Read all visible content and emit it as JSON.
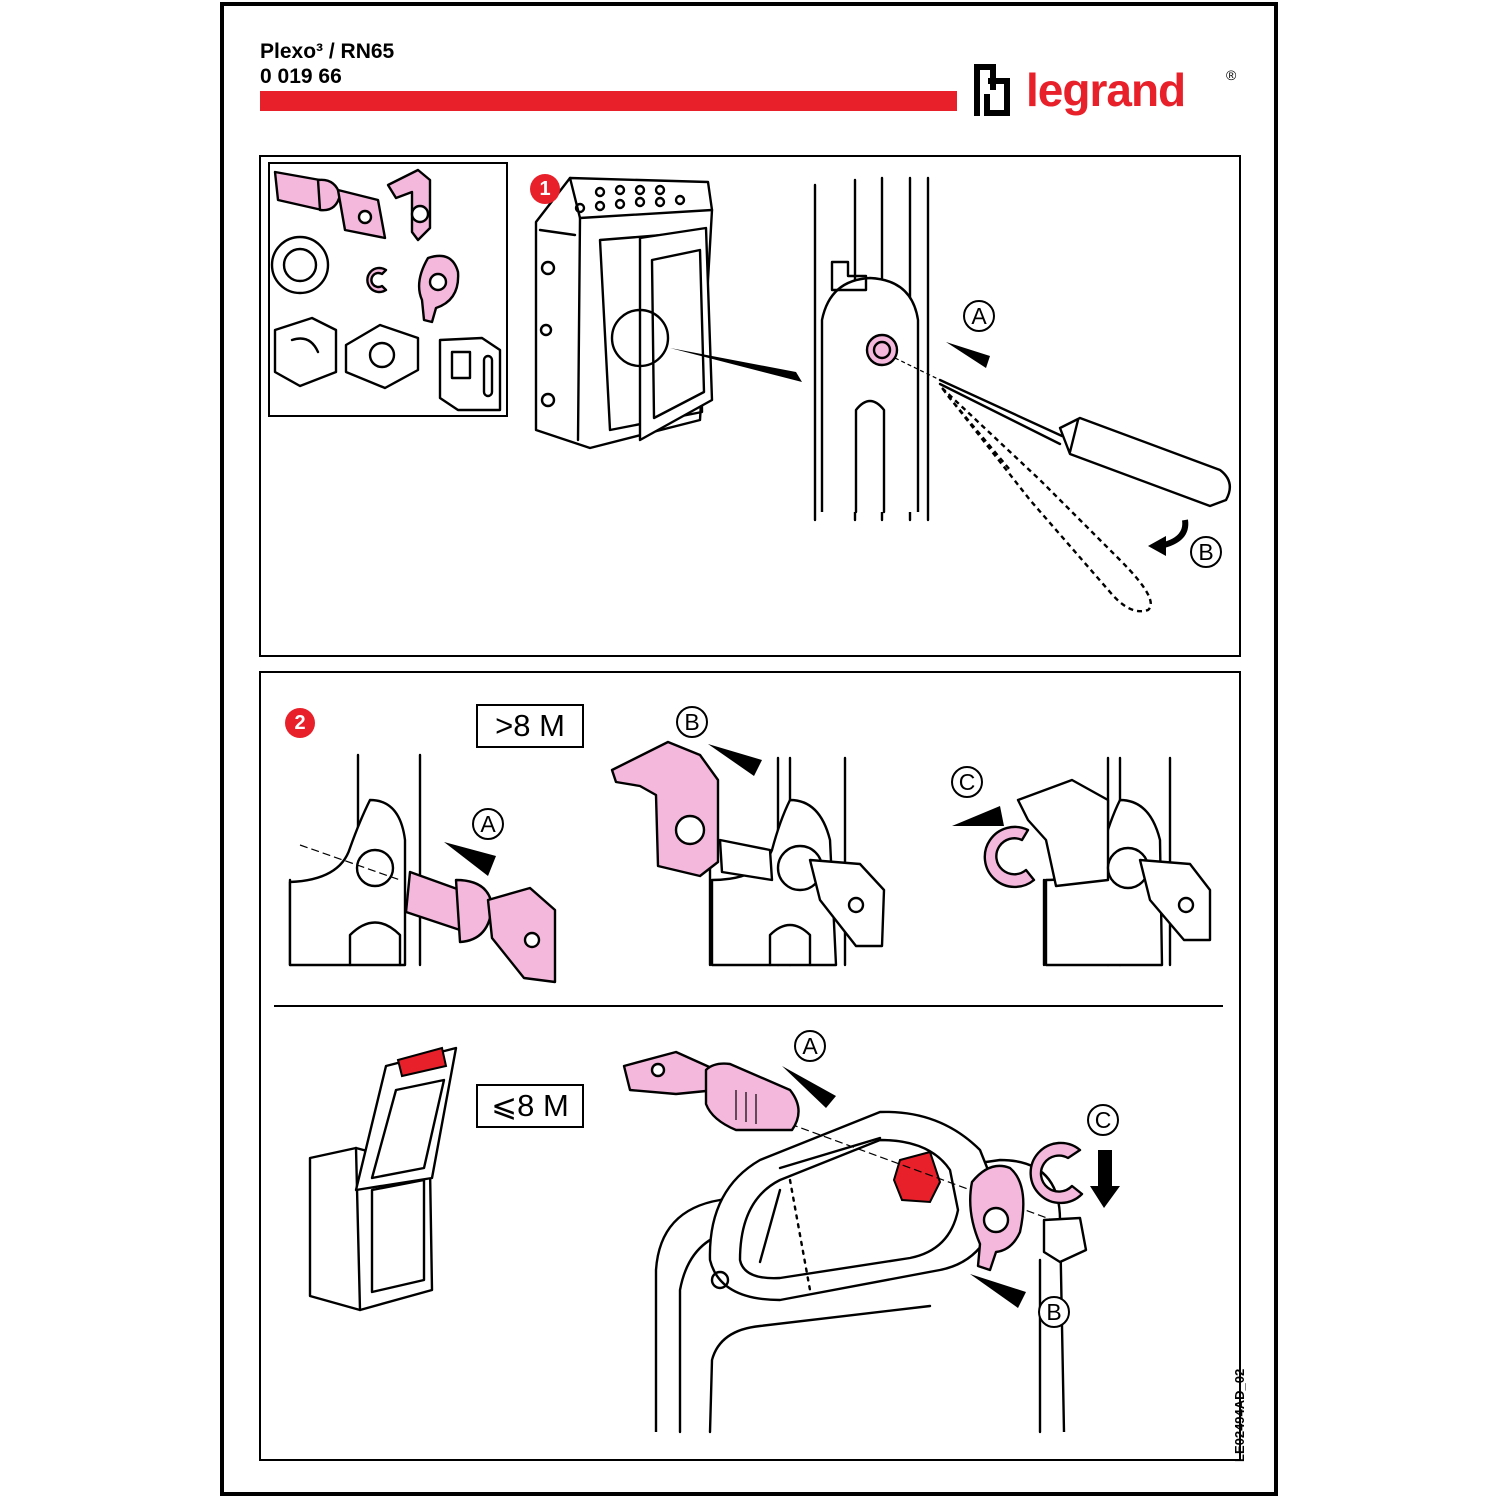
{
  "header": {
    "product_line": "Plexo³ / RN65",
    "reference": "0 019 66",
    "brand": "legrand",
    "registered_mark": "®"
  },
  "colors": {
    "accent_red": "#e8202a",
    "part_pink": "#f4b8dc"
  },
  "step1": {
    "number": "1",
    "callouts": {
      "a": "A",
      "b": "B"
    }
  },
  "step2": {
    "number": "2",
    "spec_large": ">8 M",
    "spec_small": "⩽8 M",
    "upper_callouts": {
      "a": "A",
      "b": "B",
      "c": "C"
    },
    "lower_callouts": {
      "a": "A",
      "b": "B",
      "c": "C"
    }
  },
  "document_ref": "LE02494AD_02"
}
